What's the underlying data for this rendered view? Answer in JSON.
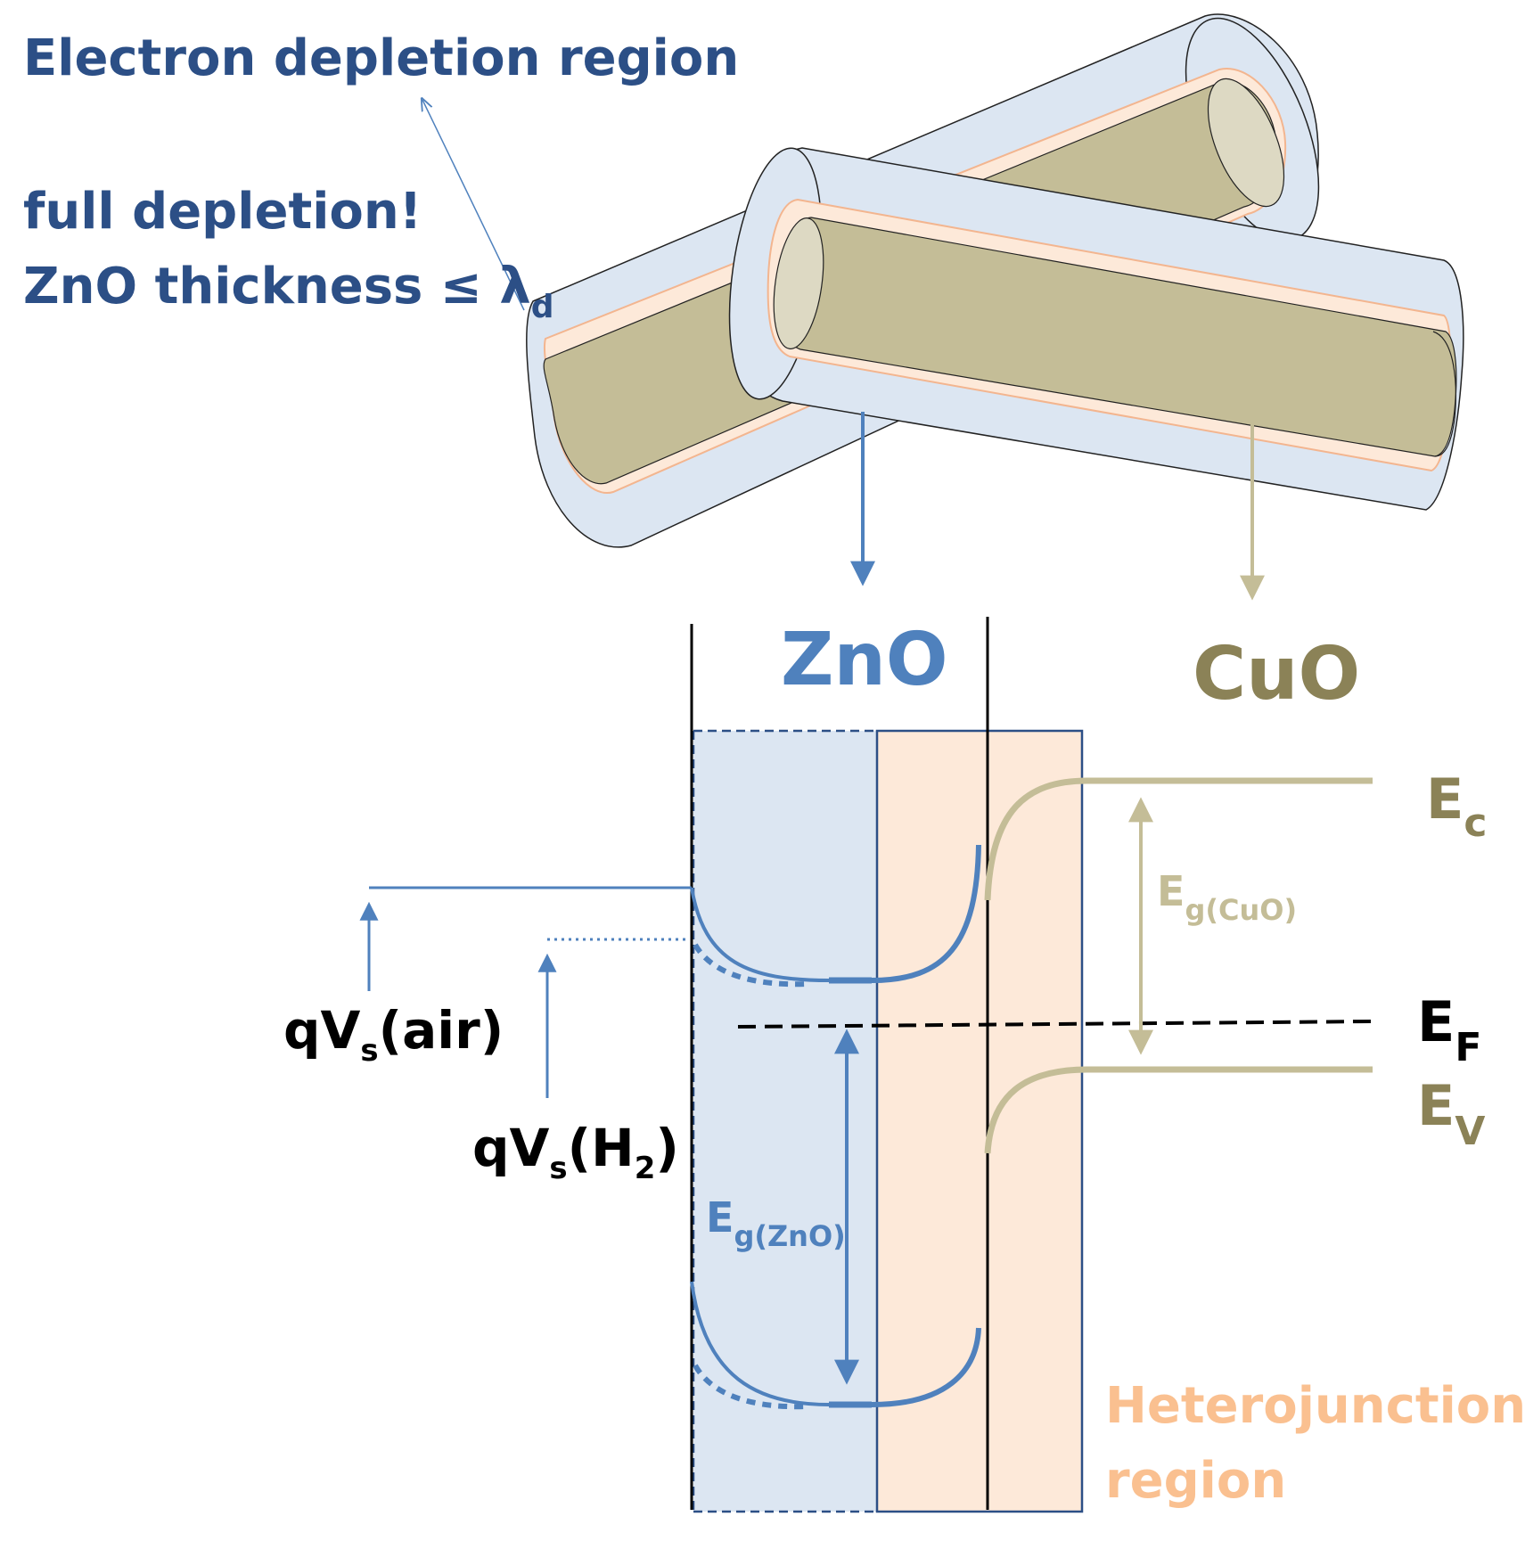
{
  "labels": {
    "electron_depletion": "Electron depletion region",
    "full_depletion": "full depletion!",
    "zno_thickness": "ZnO thickness ≤ λ",
    "zno_thickness_sub": "d",
    "zno_material": "ZnO",
    "cuo_material": "CuO",
    "ec_main": "E",
    "ec_sub": "c",
    "ef_main": "E",
    "ef_sub": "F",
    "ev_main": "E",
    "ev_sub": "V",
    "eg_cuo_main": "E",
    "eg_cuo_sub": "g(CuO)",
    "eg_zno_main": "E",
    "eg_zno_sub": "g(ZnO)",
    "qvs_air_pre": "qV",
    "qvs_air_sub": "s",
    "qvs_air_post": "(air)",
    "qvs_h2_pre": "qV",
    "qvs_h2_sub": "s",
    "qvs_h2_mid": "(H",
    "qvs_h2_sub2": "2",
    "qvs_h2_post": ")",
    "heterojunction_line1": "Heterojunction",
    "heterojunction_line2": "region"
  },
  "colors": {
    "title_blue": "#2c4f86",
    "zno_blue": "#4f81bd",
    "cuo_khaki": "#8b8257",
    "band_khaki": "#c4bd97",
    "hetero_orange": "#fac090",
    "depletion_fill": "#dce6f2",
    "hetero_fill": "#fde9d9",
    "core_fill": "#c4bd97",
    "black": "#000000"
  }
}
